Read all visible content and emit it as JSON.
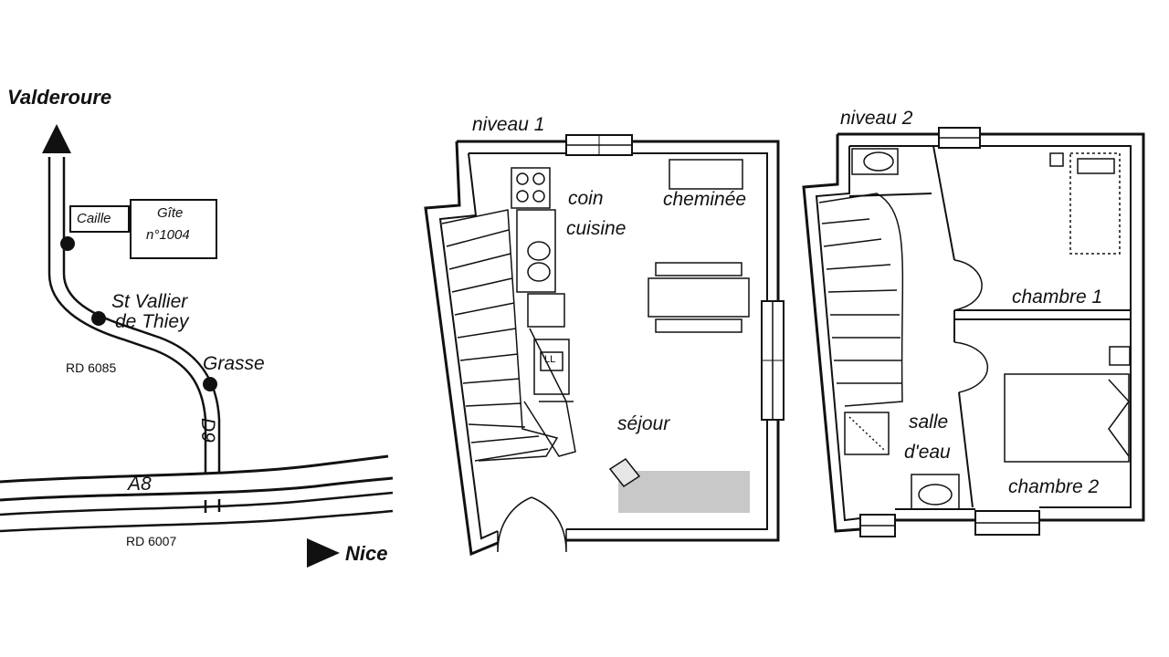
{
  "map": {
    "north_destination": "Valderoure",
    "east_destination": "Nice",
    "box_caille": "Caille",
    "box_gite_line1": "Gîte",
    "box_gite_line2": "n°1004",
    "town_st_vallier_line1": "St  Vallier",
    "town_st_vallier_line2": "de Thiey",
    "town_grasse": "Grasse",
    "road_rd6085": "RD 6085",
    "road_d9": "D9",
    "road_a8": "A8",
    "road_rd6007": "RD 6007"
  },
  "level1": {
    "title": "niveau 1",
    "kitchen_line1": "coin",
    "kitchen_line2": "cuisine",
    "fireplace": "cheminée",
    "living": "séjour",
    "washer_mark": "LL"
  },
  "level2": {
    "title": "niveau 2",
    "bedroom1": "chambre 1",
    "bedroom2": "chambre 2",
    "bathroom_line1": "salle",
    "bathroom_line2": "d'eau"
  }
}
